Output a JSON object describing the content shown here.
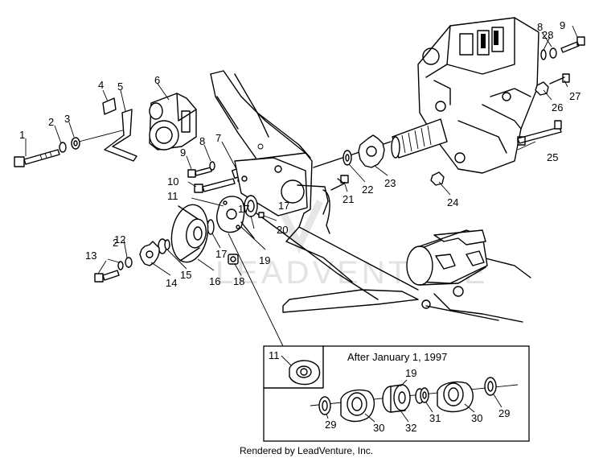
{
  "callouts": {
    "c1": "1",
    "c2": "2",
    "c3": "3",
    "c4": "4",
    "c5": "5",
    "c6": "6",
    "c7": "7",
    "c8": "8",
    "c9": "9",
    "c10": "10",
    "c11": "11",
    "c12": "12",
    "c13": "13",
    "c14": "14",
    "c15": "15",
    "c16": "16",
    "c17": "17",
    "c18": "18",
    "c19": "19",
    "c20": "20",
    "c21": "21",
    "c22": "22",
    "c23": "23",
    "c24": "24",
    "c25": "25",
    "c26": "26",
    "c27": "27",
    "c28": "28",
    "c29": "29",
    "c30": "30",
    "c31": "31",
    "c32": "32"
  },
  "watermark": "LEADVENTURE",
  "inset": {
    "title": "After January 1, 1997"
  },
  "footer": {
    "credit": "Rendered by LeadVenture, Inc."
  }
}
